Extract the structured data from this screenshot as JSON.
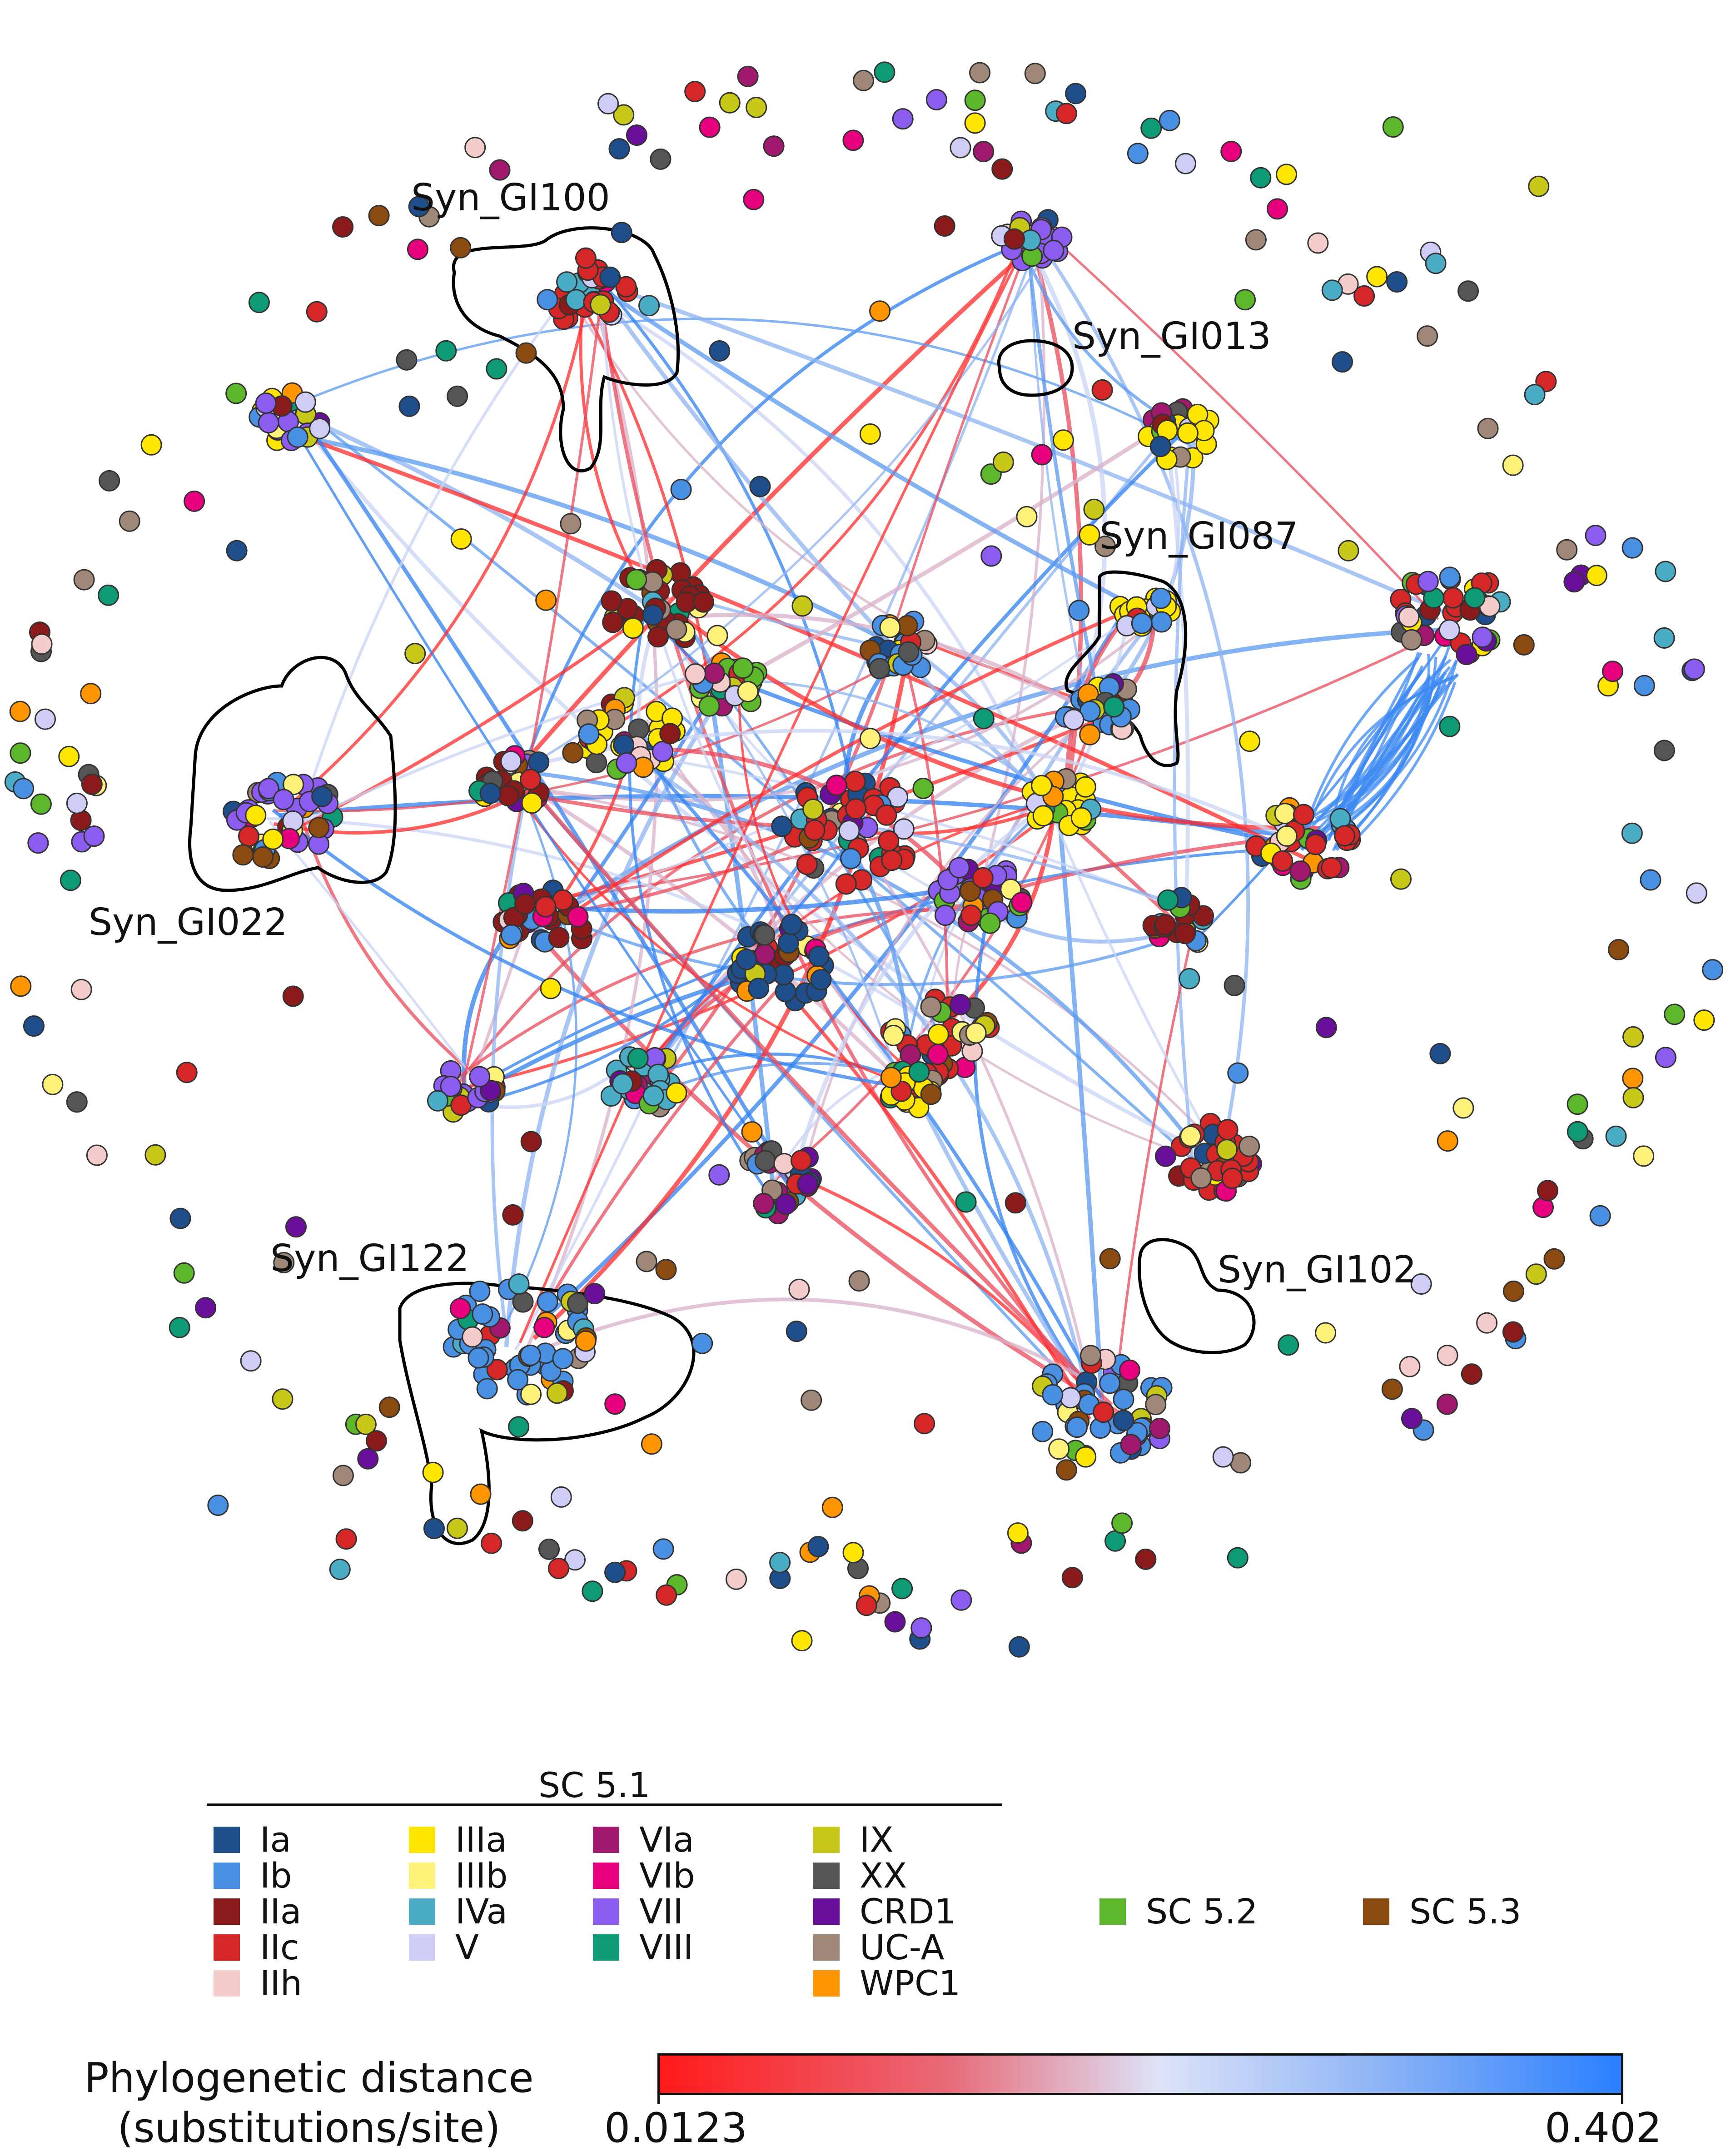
{
  "cluster_labels": {
    "gi100": "Syn_GI100",
    "gi013": "Syn_GI013",
    "gi087": "Syn_GI087",
    "gi022": "Syn_GI022",
    "gi122": "Syn_GI122",
    "gi102": "Syn_GI102"
  },
  "legend": {
    "group_title": "SC 5.1",
    "columns": [
      [
        {
          "label": "Ia",
          "color": "#1f4e8c"
        },
        {
          "label": "Ib",
          "color": "#4a90e2"
        },
        {
          "label": "IIa",
          "color": "#8b1a1a"
        },
        {
          "label": "IIc",
          "color": "#d62728"
        },
        {
          "label": "IIh",
          "color": "#f4cccc"
        }
      ],
      [
        {
          "label": "IIIa",
          "color": "#ffe600"
        },
        {
          "label": "IIIb",
          "color": "#fff27a"
        },
        {
          "label": "IVa",
          "color": "#4bacc6"
        },
        {
          "label": "V",
          "color": "#cfcdf5"
        }
      ],
      [
        {
          "label": "VIa",
          "color": "#a0196e"
        },
        {
          "label": "VIb",
          "color": "#e6007e"
        },
        {
          "label": "VII",
          "color": "#8c5cf0"
        },
        {
          "label": "VIII",
          "color": "#0e9a74"
        }
      ],
      [
        {
          "label": "IX",
          "color": "#c8c81a"
        },
        {
          "label": "XX",
          "color": "#555555"
        },
        {
          "label": "CRD1",
          "color": "#6a0f9c"
        },
        {
          "label": "UC-A",
          "color": "#a08878"
        },
        {
          "label": "WPC1",
          "color": "#ff9500"
        }
      ]
    ],
    "sc52": {
      "label": "SC 5.2",
      "color": "#5cb82a"
    },
    "sc53": {
      "label": "SC 5.3",
      "color": "#8b4a0f"
    }
  },
  "scale": {
    "title_line1": "Phylogenetic distance",
    "title_line2": "(substitutions/site)",
    "min_label": "0.0123",
    "max_label": "0.402",
    "color_min": "#ff1a1a",
    "color_mid": "#dde3f8",
    "color_max": "#2a7fff"
  }
}
